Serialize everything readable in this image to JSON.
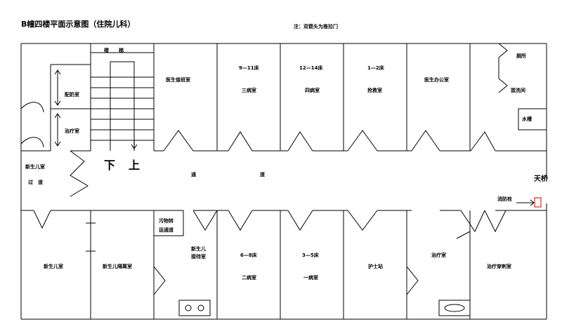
{
  "title": "B幢四楼平面示意图（住院儿科）",
  "note": "注：双箭头为推拉门",
  "rooms": {
    "stairs": "楼　　梯",
    "doctor_duty": "医生值班室",
    "room3_beds": "9—11床",
    "room3_name": "三病室",
    "room4_beds": "12—14床",
    "room4_name": "四病室",
    "rescue_beds": "1—2床",
    "rescue_name": "抢救室",
    "doctor_office": "医生办公室",
    "toilet": "厕所",
    "washroom": "盥洗间",
    "water_tank": "水槽",
    "milk_room": "配奶室",
    "treatment_left": "治疗室",
    "newborn_passage_1": "新生儿室",
    "newborn_passage_2": "过　道",
    "stair_down": "下",
    "stair_up": "上",
    "corridor_1": "通",
    "corridor_2": "道",
    "bridge": "天桥",
    "hydrant": "消防栓",
    "dirty_transport_1": "污物转",
    "dirty_transport_2": "运通道",
    "newborn_room": "新生儿室",
    "newborn_isolation": "新生儿隔离室",
    "newborn_reception_1": "新生儿",
    "newborn_reception_2": "接待室",
    "room2_beds": "6—8床",
    "room2_name": "二病室",
    "room1_beds": "3—5床",
    "room1_name": "一病室",
    "nurse_station": "护士站",
    "treatment_right": "治疗室",
    "puncture_room": "治疗穿刺室"
  },
  "colors": {
    "wall": "#000000",
    "hydrant": "#cc0000"
  }
}
